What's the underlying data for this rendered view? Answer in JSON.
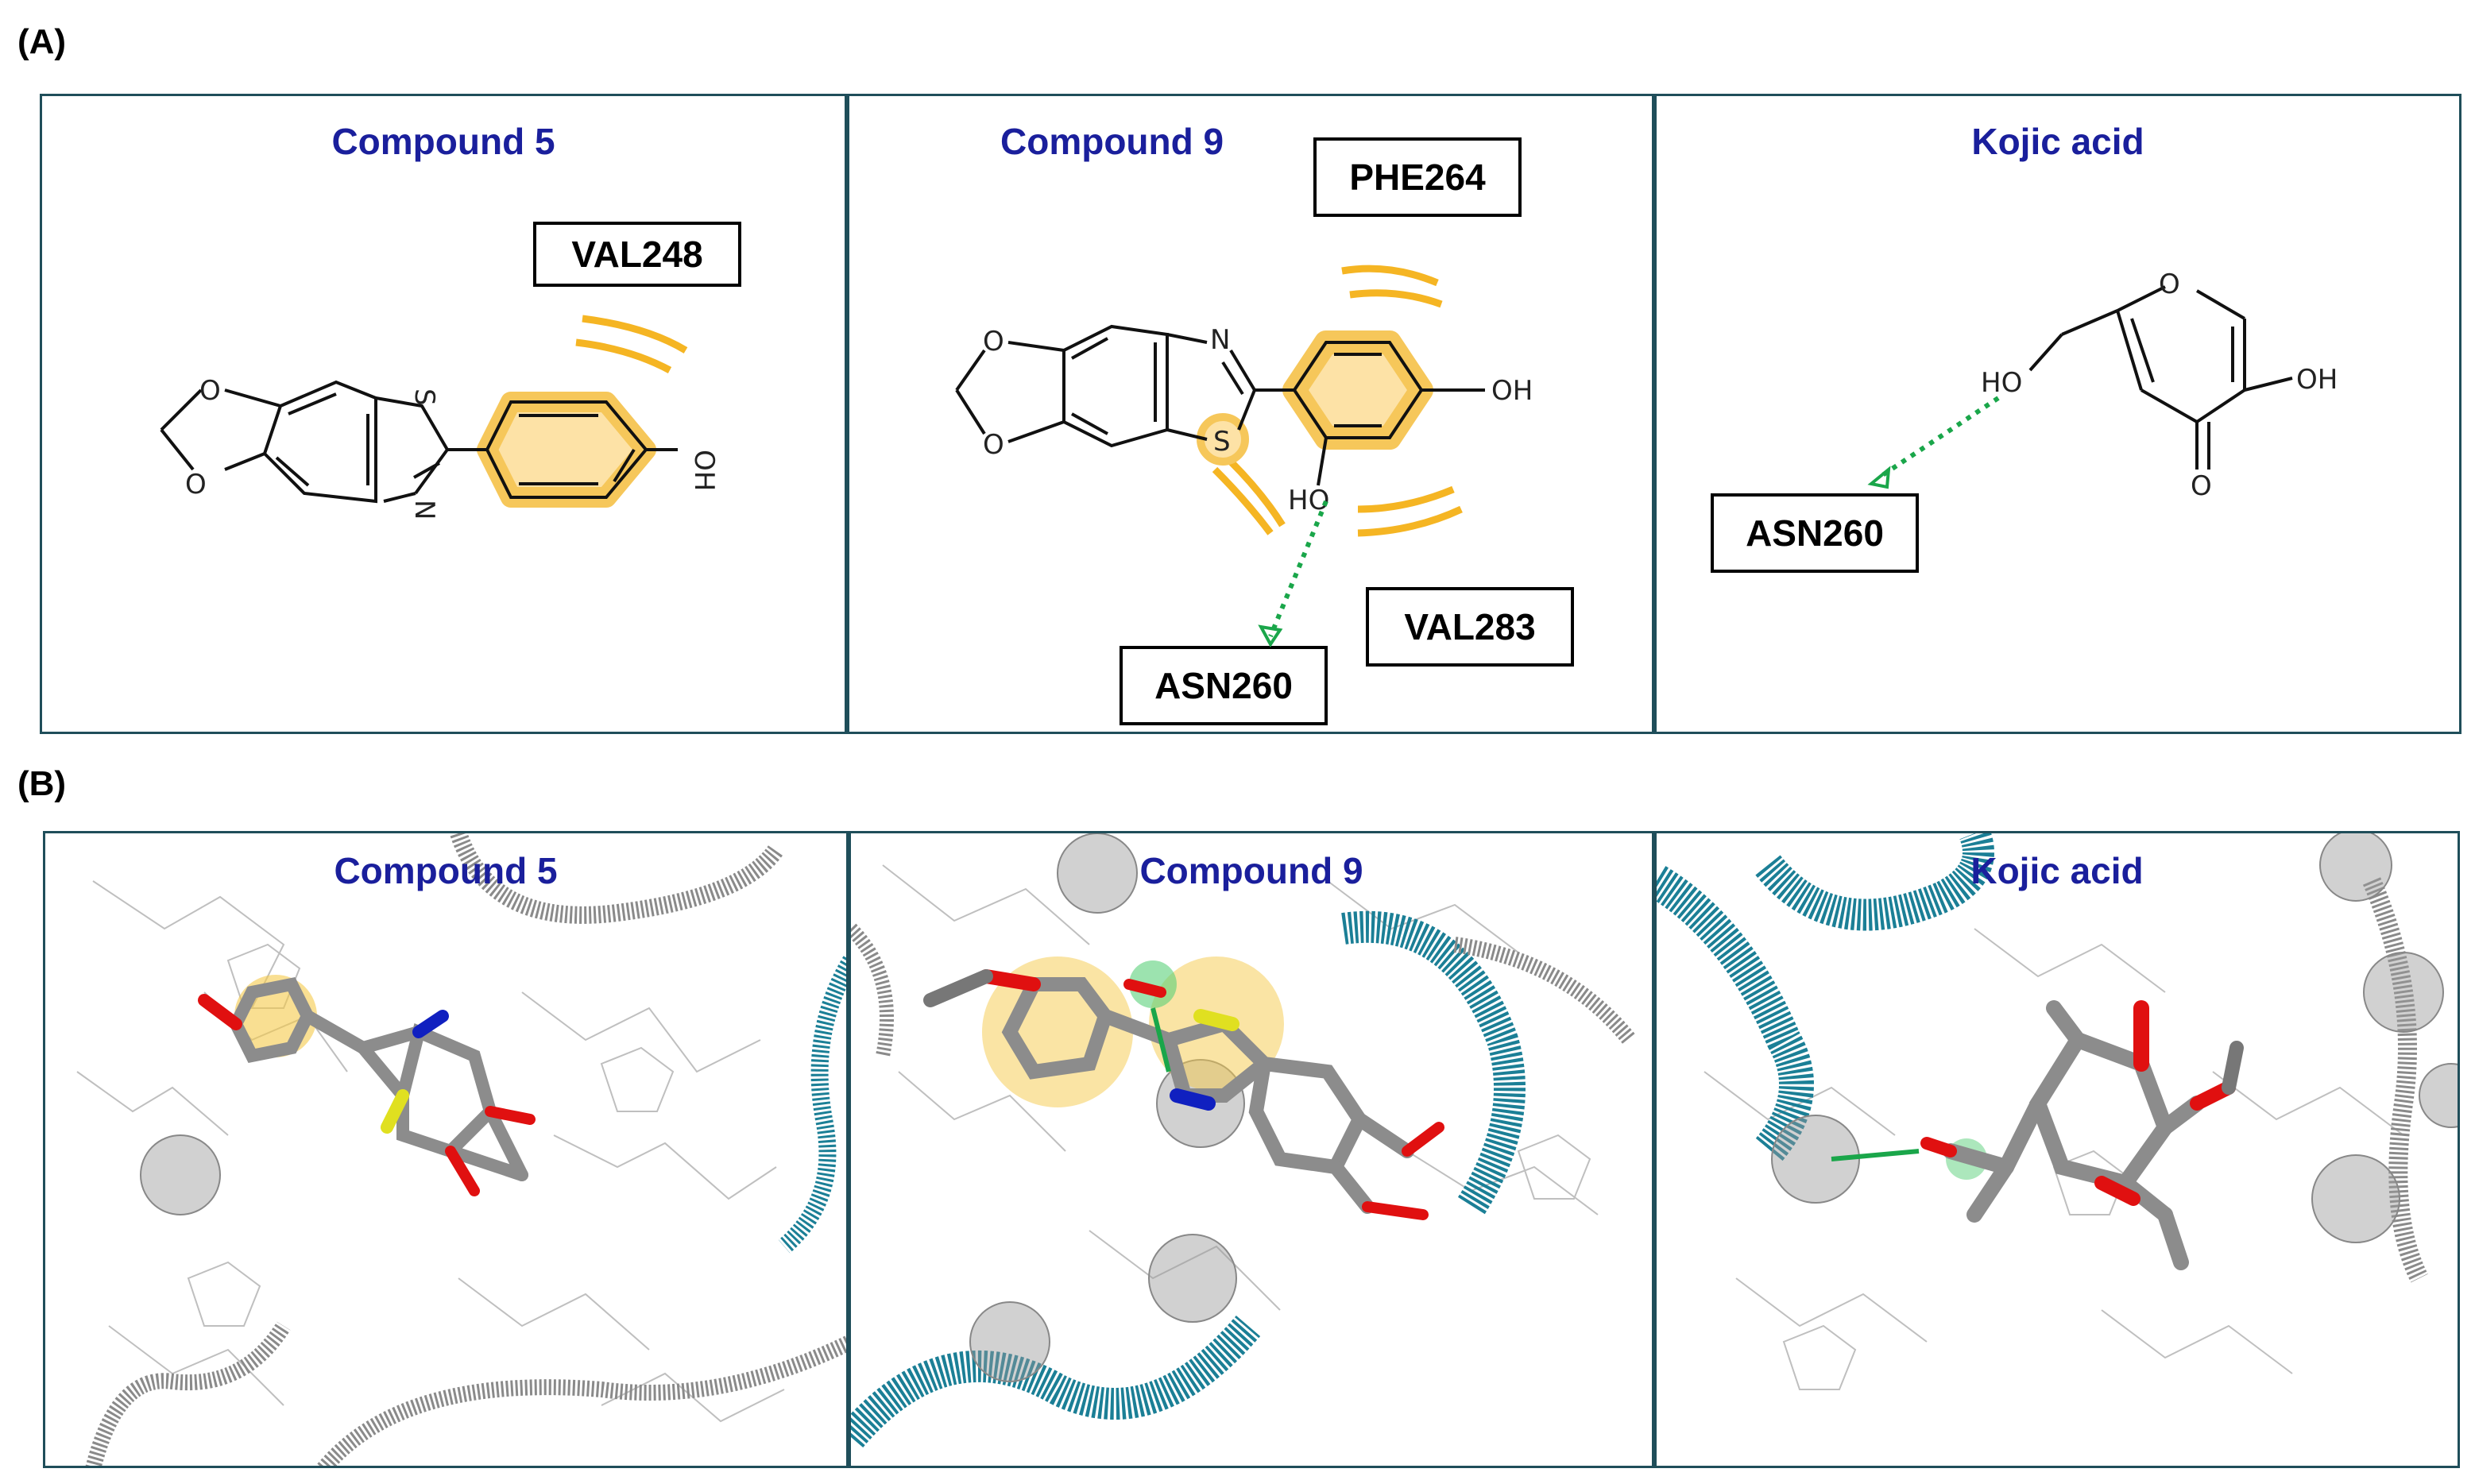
{
  "sections": {
    "a_label": "(A)",
    "b_label": "(B)"
  },
  "panelsA": [
    {
      "title": "Compound 5",
      "residues": [
        "VAL248"
      ]
    },
    {
      "title": "Compound 9",
      "residues": [
        "PHE264",
        "VAL283",
        "ASN260"
      ]
    },
    {
      "title": "Kojic acid",
      "residues": [
        "ASN260"
      ]
    }
  ],
  "panelsB": [
    {
      "title": "Compound 5"
    },
    {
      "title": "Compound 9"
    },
    {
      "title": "Kojic acid"
    }
  ],
  "atoms": {
    "o": "O",
    "s": "S",
    "n": "N",
    "oh": "OH",
    "ho": "HO"
  },
  "colors": {
    "title": "#1a1f9c",
    "border": "#1f4e5a",
    "hydrophobic": "#f5b523",
    "hbond": "#1aa64a",
    "ribbon_teal": "#1b7f96",
    "ribbon_gray": "#777777",
    "carbon": "#8c8c8c",
    "oxygen": "#e01010",
    "nitrogen": "#1020c0",
    "sulfur": "#e0e020"
  }
}
